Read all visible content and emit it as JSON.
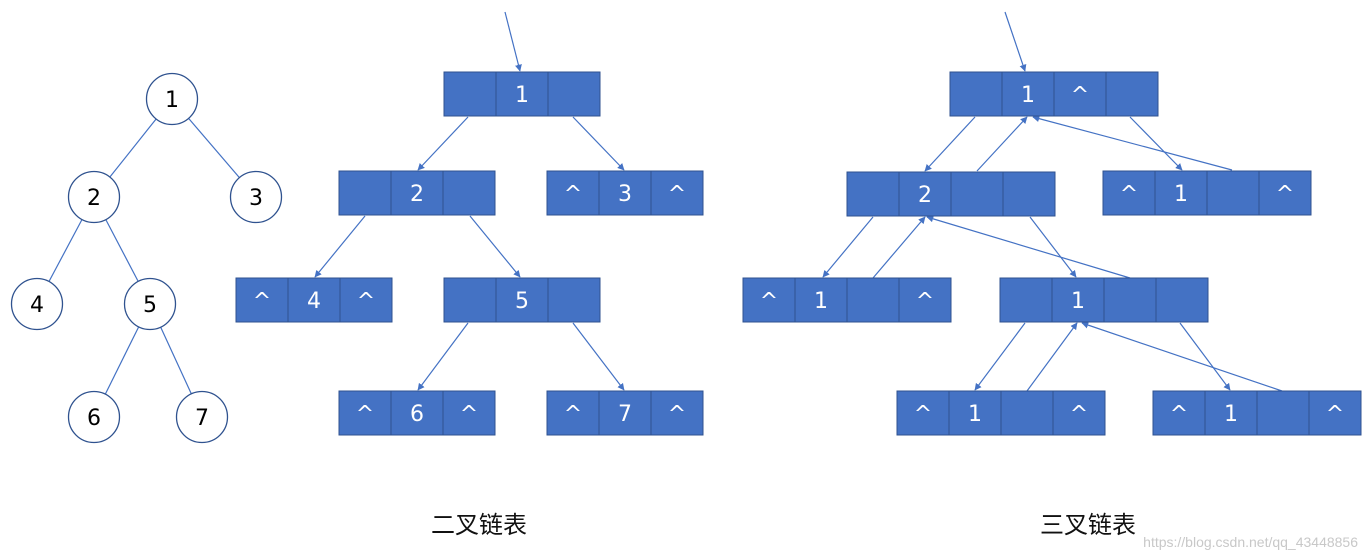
{
  "colors": {
    "cell_fill": "#4472C4",
    "cell_border": "#2F528F",
    "cell_text": "#ffffff",
    "line": "#4472C4",
    "tree_line": "#4472C4",
    "circle_border": "#2F528F",
    "circle_text": "#000000"
  },
  "tree": {
    "nodes": [
      {
        "id": "n1",
        "label": "1"
      },
      {
        "id": "n2",
        "label": "2"
      },
      {
        "id": "n3",
        "label": "3"
      },
      {
        "id": "n4",
        "label": "4"
      },
      {
        "id": "n5",
        "label": "5"
      },
      {
        "id": "n6",
        "label": "6"
      },
      {
        "id": "n7",
        "label": "7"
      }
    ],
    "edges": [
      [
        "n1",
        "n2"
      ],
      [
        "n1",
        "n3"
      ],
      [
        "n2",
        "n4"
      ],
      [
        "n2",
        "n5"
      ],
      [
        "n5",
        "n6"
      ],
      [
        "n5",
        "n7"
      ]
    ]
  },
  "binary_list": {
    "caption": "二叉链表",
    "nodes": [
      {
        "id": "b1",
        "cells": [
          "",
          "1",
          ""
        ]
      },
      {
        "id": "b2",
        "cells": [
          "",
          "2",
          ""
        ]
      },
      {
        "id": "b3",
        "cells": [
          "^",
          "3",
          "^"
        ]
      },
      {
        "id": "b4",
        "cells": [
          "^",
          "4",
          "^"
        ]
      },
      {
        "id": "b5",
        "cells": [
          "",
          "5",
          ""
        ]
      },
      {
        "id": "b6",
        "cells": [
          "^",
          "6",
          "^"
        ]
      },
      {
        "id": "b7",
        "cells": [
          "^",
          "7",
          "^"
        ]
      }
    ]
  },
  "ternary_list": {
    "caption": "三叉链表",
    "nodes": [
      {
        "id": "t1",
        "cells": [
          "",
          "1",
          "^",
          ""
        ]
      },
      {
        "id": "t2",
        "cells": [
          "",
          "2",
          "",
          ""
        ]
      },
      {
        "id": "t3",
        "cells": [
          "^",
          "1",
          "",
          "^"
        ]
      },
      {
        "id": "t4",
        "cells": [
          "^",
          "1",
          "",
          "^"
        ]
      },
      {
        "id": "t5",
        "cells": [
          "",
          "1",
          "",
          ""
        ]
      },
      {
        "id": "t6",
        "cells": [
          "^",
          "1",
          "",
          "^"
        ]
      },
      {
        "id": "t7",
        "cells": [
          "^",
          "1",
          "",
          "^"
        ]
      }
    ]
  },
  "watermark": "https://blog.csdn.net/qq_43448856"
}
